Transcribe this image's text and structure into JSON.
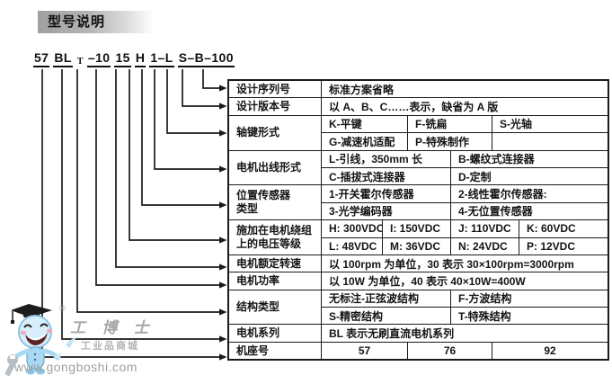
{
  "page": {
    "title": "型号说明"
  },
  "code": {
    "parts": [
      {
        "text": "57"
      },
      {
        "text": "BL"
      },
      {
        "text": "T",
        "sub": true
      },
      {
        "text": "–10"
      },
      {
        "text": "15"
      },
      {
        "text": "H"
      },
      {
        "text": "1–L"
      },
      {
        "text": "S–B–100"
      }
    ],
    "connections": [
      {
        "token": "57",
        "target": "机座号"
      },
      {
        "token": "BL",
        "target": "电机系列"
      },
      {
        "token": "T",
        "target": "结构类型"
      },
      {
        "token": "10",
        "target": "电机功率"
      },
      {
        "token": "15",
        "target": "电机额定转速"
      },
      {
        "token": "H",
        "target": "施加在电机绕组上的电压等级"
      },
      {
        "token": "1",
        "target": "位置传感器类型"
      },
      {
        "token": "L",
        "target": "电机出线形式"
      },
      {
        "token": "S",
        "target": "轴键形式"
      },
      {
        "token": "B",
        "target": "设计版本号"
      },
      {
        "token": "100",
        "target": "设计序列号"
      }
    ]
  },
  "table": {
    "rows": [
      {
        "label": "设计序列号",
        "lines": [
          [
            "标准方案省略"
          ]
        ]
      },
      {
        "label": "设计版本号",
        "lines": [
          [
            "以 A、B、C……表示，缺省为 A 版"
          ]
        ]
      },
      {
        "label": "轴键形式",
        "lines": [
          [
            "K-平键",
            "F-铣扁",
            "S-光轴"
          ],
          [
            "G-减速机适配",
            "P-特殊制作",
            ""
          ]
        ]
      },
      {
        "label": "电机出线形式",
        "lines": [
          [
            "L-引线，350mm 长",
            "B-螺纹式连接器"
          ],
          [
            "C-插拔式连接器",
            "D-定制"
          ]
        ]
      },
      {
        "label": "位置传感器\n类型",
        "lines": [
          [
            "1-开关霍尔传感器",
            "2-线性霍尔传感器:"
          ],
          [
            "3-光学编码器",
            "4-无位置传感器"
          ]
        ]
      },
      {
        "label": "施加在电机绕组\n上的电压等级",
        "lines": [
          [
            "H: 300VDC",
            "I: 150VDC",
            "J: 110VDC",
            "K: 60VDC"
          ],
          [
            "L: 48VDC",
            "M: 36VDC",
            "N: 24VDC",
            "P: 12VDC"
          ]
        ]
      },
      {
        "label": "电机额定转速",
        "lines": [
          [
            "以 100rpm 为单位，30 表示 30×100rpm=3000rpm"
          ]
        ]
      },
      {
        "label": "电机功率",
        "lines": [
          [
            "以 10W 为单位，40 表示 40×10W=400W"
          ]
        ]
      },
      {
        "label": "结构类型",
        "lines": [
          [
            "无标注-正弦波结构",
            "F-方波结构"
          ],
          [
            "S-精密结构",
            "T-特殊结构"
          ]
        ]
      },
      {
        "label": "电机系列",
        "lines": [
          [
            "BL 表示无刷直流电机系列"
          ]
        ]
      },
      {
        "label": "机座号",
        "lines": [
          [
            "57",
            "76",
            "92"
          ]
        ],
        "center": true
      }
    ]
  },
  "watermark": {
    "reg": "®",
    "brand": "工 博 士",
    "sub_brand": "工业品商城",
    "url": "www.gongboshi.com"
  },
  "colors": {
    "line": "#1a1a1a",
    "title_gray": "#9f9f9f",
    "mascot_blue": "#a9d9f2",
    "watermark_gray": "#a6a6a6"
  }
}
